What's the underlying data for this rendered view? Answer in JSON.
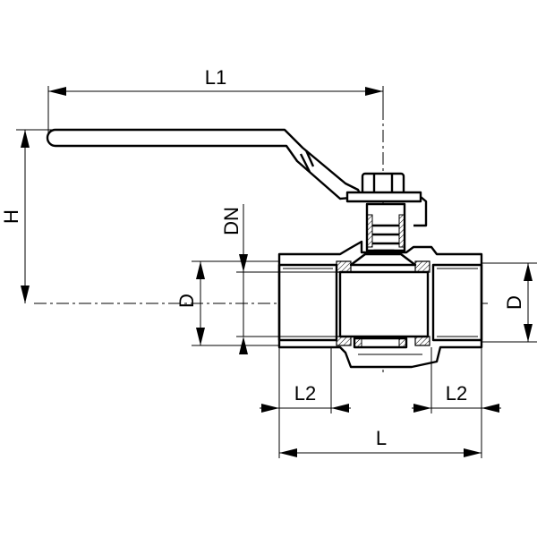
{
  "dimensions": {
    "l1": "L1",
    "h": "H",
    "dn": "DN",
    "d_left": "D",
    "d_right": "D",
    "l2_left": "L2",
    "l2_right": "L2",
    "l": "L"
  }
}
